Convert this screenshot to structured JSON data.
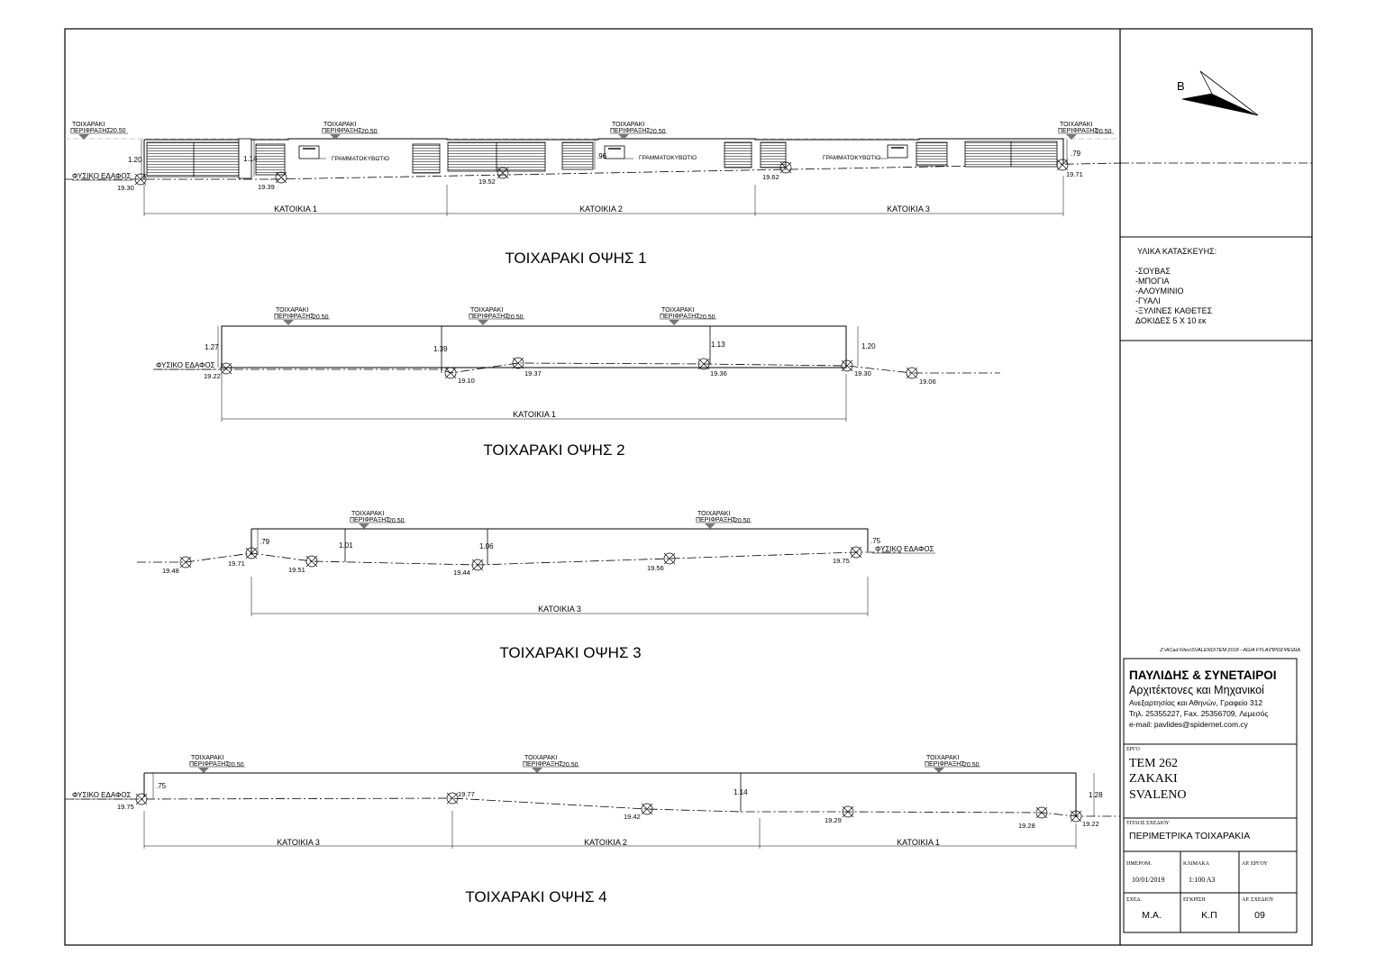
{
  "views": {
    "v1": {
      "title": "ΤΟΙΧΑΡΑΚΙ ΟΨΗΣ 1",
      "ground": "ΦΥΣΙΚΟ ΕΔΑΦΟΣ",
      "elev": [
        "19.30",
        "19.39",
        "19.52",
        "19.62",
        "19.71"
      ],
      "heights": [
        "1.20",
        "1.14",
        ".96",
        ".79"
      ],
      "mailbox": [
        "ΓΡΑΜΜΑΤΟΚΥΒΩΤΙΟ",
        "ΓΡΑΜΜΑΤΟΚΥΒΩΤΙΟ",
        "ΓΡΑΜΜΑΤΟΚΥΒΩΤΙΟ"
      ],
      "units": [
        "ΚΑΤΟΙΚΙΑ 1",
        "ΚΑΤΟΙΚΙΑ 2",
        "ΚΑΤΟΙΚΙΑ 3"
      ]
    },
    "v2": {
      "title": "ΤΟΙΧΑΡΑΚΙ ΟΨΗΣ 2",
      "ground": "ΦΥΣΙΚΟ ΕΔΑΦΟΣ",
      "elev": [
        "19.22",
        "19.10",
        "19.37",
        "19.36",
        "19.30",
        "19.06"
      ],
      "heights": [
        "1.27",
        "1.39",
        "1.13",
        "1.20"
      ],
      "units": [
        "ΚΑΤΟΙΚΙΑ 1"
      ]
    },
    "v3": {
      "title": "ΤΟΙΧΑΡΑΚΙ ΟΨΗΣ 3",
      "ground": "ΦΥΣΙΚΟ ΕΔΑΦΟΣ",
      "elev": [
        "19.48",
        "19.71",
        "19.51",
        "19.44",
        "19.56",
        "19.75"
      ],
      "heights": [
        ".79",
        "1.01",
        "1.06",
        ".75"
      ],
      "units": [
        "ΚΑΤΟΙΚΙΑ 3"
      ]
    },
    "v4": {
      "title": "ΤΟΙΧΑΡΑΚΙ ΟΨΗΣ 4",
      "ground": "ΦΥΣΙΚΟ ΕΔΑΦΟΣ",
      "elev": [
        "19.75",
        "19.77",
        "19.42",
        "19.29",
        "19.28",
        "19.22"
      ],
      "heights": [
        ".75",
        "1.14",
        "1.28"
      ],
      "units": [
        "ΚΑΤΟΙΚΙΑ 3",
        "ΚΑΤΟΙΚΙΑ 2",
        "ΚΑΤΟΙΚΙΑ 1"
      ]
    }
  },
  "level_tag": {
    "l1": "ΤΟΙΧΑΡΑΚΙ",
    "l2": "ΠΕΡΙΦΡΑΞΗΣ",
    "value": "20.50"
  },
  "north_label": "Β",
  "materials": {
    "heading": "ΥΛΙΚΑ ΚΑΤΑΣΚΕΥΗΣ:",
    "items": [
      "-ΣΟΥΒΑΣ",
      "-ΜΠΟΓΙΑ",
      "-ΑΛΟΥΜΙΝΙΟ",
      "-ΓΥΑΛΙ",
      "-ΞΥΛΙΝΕΣ ΚΑΘΕΤΕΣ",
      "ΔΟΚΙΔΕΣ 5 Χ 10 εκ"
    ]
  },
  "file_path": "Z:\\ACad Files\\SVALENO\\TEM 2018 - AGIA FYLA\\ΠΡΟΣΨΕΙΔΙΑ",
  "company": {
    "name": "ΠΑΥΛΙΔΗΣ & ΣΥΝΕΤΑΙΡΟΙ",
    "subtitle": "Αρχιτέκτονες και Μηχανικοί",
    "address": "Ανεξαρτησίας και Αθηνών, Γραφείο 312",
    "phone": "Τηλ. 25355227, Fax. 25356709, Λεμεσός",
    "email": "e-mail: pavlides@spidernet.com.cy"
  },
  "project": {
    "label": "ΕΡΓΟ",
    "lines": [
      "ΤΕΜ 262",
      "ZAKAKI",
      "SVALENO"
    ]
  },
  "drawing": {
    "label": "ΤΙΤΛΟΣ ΣΧΕΔΙΟΥ",
    "title": "ΠΕΡΙΜΕΤΡΙΚΑ ΤΟΙΧΑΡΑΚΙΑ"
  },
  "meta": {
    "date_label": "ΗΜΕΡΟΜ.",
    "date": "10/01/2019",
    "scale_label": "ΚΛΙΜΑΚΑ",
    "scale": "1:100 A3",
    "projno_label": "ΑΡ. ΕΡΓΟΥ",
    "projno": "",
    "drawn_label": "ΣΧΕΔ.",
    "drawn": "Μ.Α.",
    "approved_label": "ΕΓΚΡΙΣΗ",
    "approved": "Κ.Π",
    "sheet_label": "ΑΡ. ΣΧΕΔΙΟΥ",
    "sheet": "09"
  }
}
